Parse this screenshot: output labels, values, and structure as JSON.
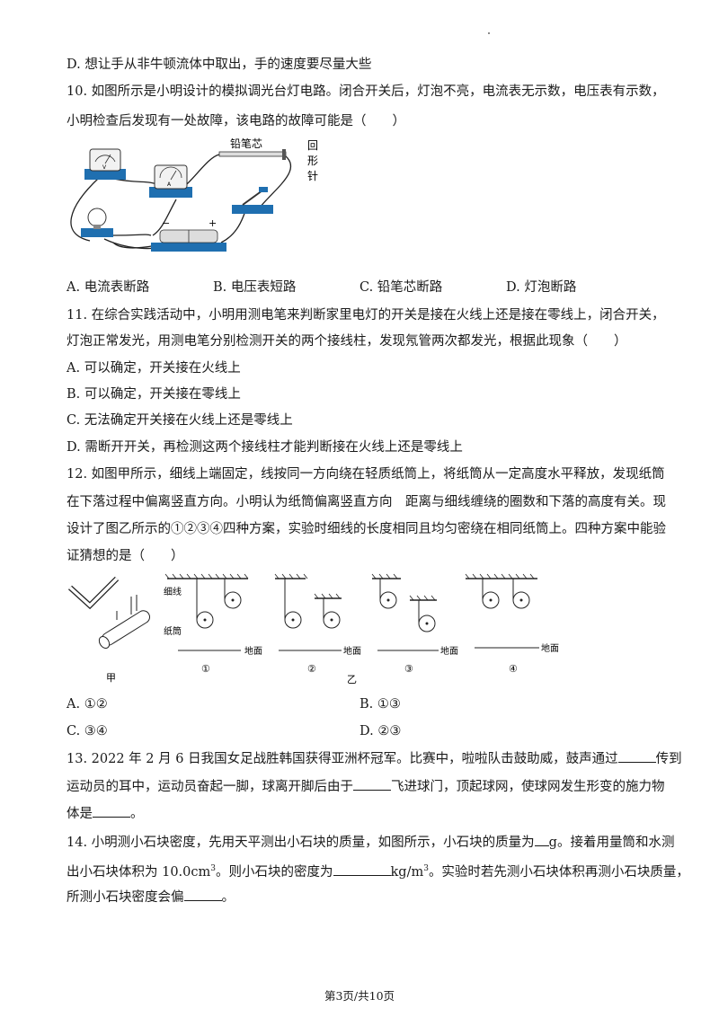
{
  "q9": {
    "option_d": "D. 想让手从非牛顿流体中取出，手的速度要尽量大些"
  },
  "q10": {
    "line1": "10. 如图所示是小明设计的模拟调光台灯电路。闭合开关后，灯泡不亮，电流表无示数，电压表有示数，",
    "line2": "小明检查后发现有一处故障，该电路的故障可能是（　　）",
    "figure_labels": {
      "pencil": "铅笔芯",
      "clip": [
        "回",
        "形",
        "针"
      ],
      "voltmeter": "V",
      "ammeter": "A",
      "minus": "−",
      "plus": "+"
    },
    "options": [
      "A.  电流表断路",
      "B.  电压表短路",
      "C.  铅笔芯断路",
      "D.  灯泡断路"
    ]
  },
  "q11": {
    "line1": "11. 在综合实践活动中，小明用测电笔来判断家里电灯的开关是接在火线上还是接在零线上，闭合开关，",
    "line2": "灯泡正常发光，用测电笔分别检测开关的两个接线柱，发现氖管两次都发光，根据此现象（　　）",
    "options": [
      "A.  可以确定，开关接在火线上",
      "B.  可以确定，开关接在零线上",
      "C.  无法确定开关接在火线上还是零线上",
      "D.  需断开开关，再检测这两个接线柱才能判断接在火线上还是零线上"
    ]
  },
  "q12": {
    "line1": "12. 如图甲所示，细线上端固定，线按同一方向绕在轻质纸筒上，将纸筒从一定高度水平释放，发现纸筒",
    "line2": "在下落过程中偏离竖直方向。小明认为纸筒偏离竖直方向　距离与细线缠绕的圈数和下落的高度有关。现",
    "line3": "设计了图乙所示的①②③④四种方案，实验时细线的长度相同且均匀密绕在相同纸筒上。四种方案中能验",
    "line4": "证猜想的是（　　）",
    "figure_labels": {
      "thread": "细线",
      "tube": "纸筒",
      "ground": "地面",
      "ground4": "地面",
      "jia": "甲",
      "yi": "乙",
      "nums": [
        "①",
        "②",
        "③",
        "④"
      ]
    },
    "options": [
      "A.  ①②",
      "B.  ①③",
      "C.  ③④",
      "D.  ②③"
    ]
  },
  "q13": {
    "line1_a": "13. 2022 年 2 月 6 日我国女足战胜韩国获得亚洲杯冠军。比赛中，啦啦队击鼓助威，鼓声通过",
    "line1_b": "传到",
    "line2_a": "运动员的耳中，运动员奋起一脚，球离开脚后由于",
    "line2_b": "飞进球门，顶起球网，使球网发生形变的施力物",
    "line3_a": "体是",
    "line3_b": "。"
  },
  "q14": {
    "line1_a": "14. 小明测小石块密度，先用天平测出小石块的质量，如图所示，小石块的质量为",
    "line1_b": "g。接着用量筒和水测",
    "line2_a": "出小石块体积为 10.0cm",
    "line2_sup": "3",
    "line2_b": "。则小石块的密度为",
    "line2_c": "kg/m",
    "line2_sup2": "3",
    "line2_d": "。实验时若先测小石块体积再测小石块质量，",
    "line3_a": "所测小石块密度会偏",
    "line3_b": "。"
  },
  "footer": "第3页/共10页"
}
